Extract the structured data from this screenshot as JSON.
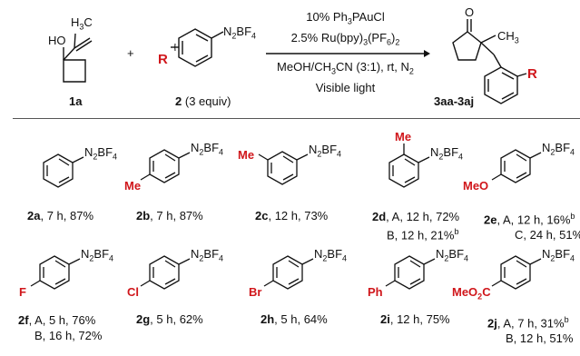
{
  "header": {
    "reactant1": {
      "group": "H3C",
      "oh": "HO",
      "id": "1a"
    },
    "plus": "+",
    "reactant2": {
      "r": "R",
      "group": "N2BF4",
      "id": "2",
      "equiv": "(3 equiv)"
    },
    "conditions": {
      "line1": "10% Ph3PAuCl",
      "line2": "2.5% Ru(bpy)3(PF6)2",
      "line3": "MeOH/CH3CN (3:1), rt, N2",
      "line4": "Visible light"
    },
    "product": {
      "methyl": "CH3",
      "r": "R",
      "id": "3aa-3aj"
    }
  },
  "reagent_group": "N2BF4",
  "compounds": [
    {
      "id": "2a",
      "substituent": "",
      "result": ", 7 h, 87%"
    },
    {
      "id": "2b",
      "substituent": "Me",
      "result": ", 7 h, 87%"
    },
    {
      "id": "2c",
      "substituent": "Me",
      "result": ", 12 h, 73%"
    },
    {
      "id": "2d",
      "substituent": "Me",
      "result": ", A, 12 h, 72%",
      "result2": "B, 12 h, 21%",
      "note2": "b"
    },
    {
      "id": "2e",
      "substituent": "MeO",
      "result": ", A, 12 h, 16%",
      "note": "b",
      "result2": "C, 24 h, 51%"
    },
    {
      "id": "2f",
      "substituent": "F",
      "result": ", A, 5 h, 76%",
      "result2": "B, 16 h, 72%"
    },
    {
      "id": "2g",
      "substituent": "Cl",
      "result": ", 5 h, 62%"
    },
    {
      "id": "2h",
      "substituent": "Br",
      "result": ", 5 h, 64%"
    },
    {
      "id": "2i",
      "substituent": "Ph",
      "result": ", 12 h, 75%"
    },
    {
      "id": "2j",
      "substituent": "MeO2C",
      "result": ", A, 7 h, 31%",
      "note": "b",
      "result2": "B, 12 h, 51%"
    }
  ],
  "colors": {
    "substituent": "#d0161b",
    "text": "#111111",
    "rule": "#555555"
  }
}
